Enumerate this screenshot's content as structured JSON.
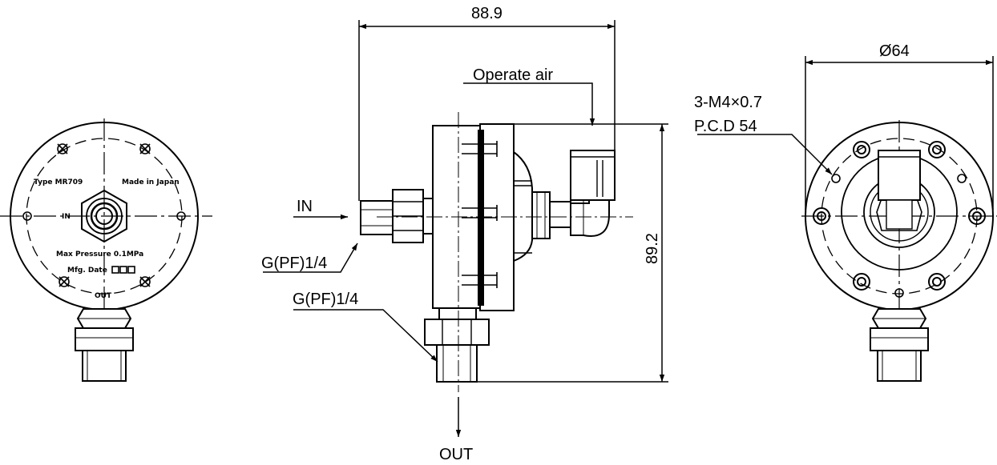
{
  "dimensions": {
    "width": "88.9",
    "height": "89.2",
    "diameter": "Ø64"
  },
  "callouts": {
    "operate_air": "Operate air",
    "inlet": "IN",
    "outlet": "OUT",
    "inlet_port": "G(PF)1/4",
    "outlet_port": "G(PF)1/4",
    "bolt_spec": "3-M4×0.7",
    "pcd": "P.C.D 54"
  },
  "nameplate": {
    "type": "Type MR709",
    "origin": "Made in Japan",
    "inlet": "IN",
    "pressure": "Max Pressure 0.1MPa",
    "date": "Mfg. Date",
    "outlet": "OUT"
  }
}
